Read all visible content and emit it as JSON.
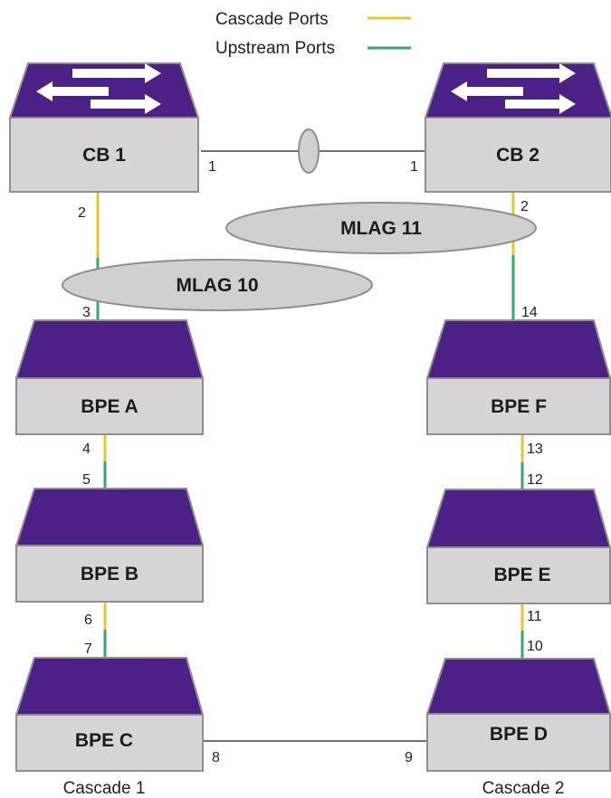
{
  "legend": {
    "cascade_label": "Cascade Ports",
    "upstream_label": "Upstream Ports",
    "cascade_color": "#e3c43a",
    "upstream_color": "#3aa66b"
  },
  "colors": {
    "device_top": "#4b2185",
    "device_body": "#d6d6d6",
    "device_outline": "#8f8f8f",
    "link_gray": "#6f6f6f",
    "mlag_fill": "#d0d0d0",
    "arrow_white": "#ffffff"
  },
  "nodes": {
    "cb1": "CB 1",
    "cb2": "CB 2",
    "bpe_a": "BPE A",
    "bpe_b": "BPE B",
    "bpe_c": "BPE C",
    "bpe_d": "BPE D",
    "bpe_e": "BPE E",
    "bpe_f": "BPE F"
  },
  "mlag": {
    "mlag10": "MLAG 10",
    "mlag11": "MLAG 11"
  },
  "ports": {
    "cb1_1": "1",
    "cb2_1": "1",
    "cb1_2": "2",
    "cb2_2": "2",
    "a_3": "3",
    "a_4": "4",
    "b_5": "5",
    "b_6": "6",
    "c_7": "7",
    "c_8": "8",
    "d_9": "9",
    "d_10": "10",
    "e_11": "11",
    "e_12": "12",
    "f_13": "13",
    "f_14": "14"
  },
  "captions": {
    "cascade1": "Cascade 1",
    "cascade2": "Cascade 2"
  }
}
